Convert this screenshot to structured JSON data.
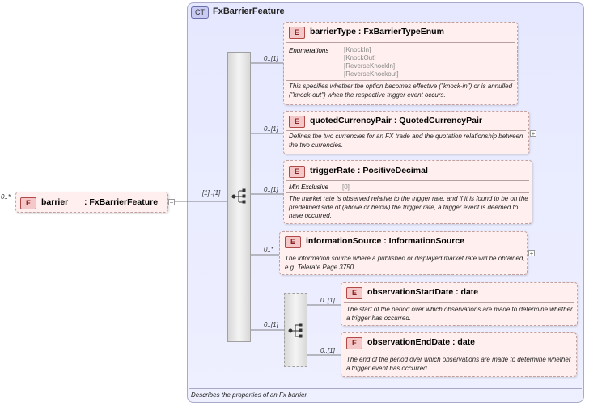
{
  "root": {
    "badge": "E",
    "name": "barrier",
    "type": ": FxBarrierFeature",
    "cardinality": "0..*",
    "seq_cardinality": "[1]..[1]",
    "expand": "−"
  },
  "complex_type": {
    "badge": "CT",
    "name": "FxBarrierFeature",
    "documentation": "Describes the properties of an Fx barrier."
  },
  "elements": [
    {
      "badge": "E",
      "title": "barrierType : FxBarrierTypeEnum",
      "cardinality": "0..[1]",
      "facet_label": "Enumerations",
      "enumerations": [
        "[KnockIn]",
        "[KnockOut]",
        "[ReverseKnockIn]",
        "[ReverseKnockout]"
      ],
      "documentation": "This specifies whether the option becomes effective (\"knock-in\") or is annulled (\"knock-out\") when the respective trigger event occurs."
    },
    {
      "badge": "E",
      "title": "quotedCurrencyPair : QuotedCurrencyPair",
      "cardinality": "0..[1]",
      "expand": "+",
      "documentation": "Defines the two currencies for an FX trade and the quotation relationship between the two currencies."
    },
    {
      "badge": "E",
      "title": "triggerRate : PositiveDecimal",
      "cardinality": "0..[1]",
      "facet_label": "Min Exclusive",
      "facet_value": "[0]",
      "documentation": "The market rate is observed relative to the trigger rate, and if it is found to be on the predefined side of (above or below) the trigger rate, a trigger event is deemed to have occurred."
    },
    {
      "badge": "E",
      "title": "informationSource : InformationSource",
      "cardinality": "0..*",
      "expand": "+",
      "documentation": "The information source where a published or displayed market rate will be obtained, e.g. Telerate Page 3750."
    },
    {
      "badge": "E",
      "title": "observationStartDate : date",
      "cardinality": "0..[1]",
      "documentation": "The start of the period over which observations are made to determine whether a trigger has occurred."
    },
    {
      "badge": "E",
      "title": "observationEndDate : date",
      "cardinality": "0..[1]",
      "documentation": "The end of the period over which observations are made to determine whether a trigger event has occurred."
    }
  ],
  "inner_sequence": {
    "cardinality": "0..[1]"
  }
}
